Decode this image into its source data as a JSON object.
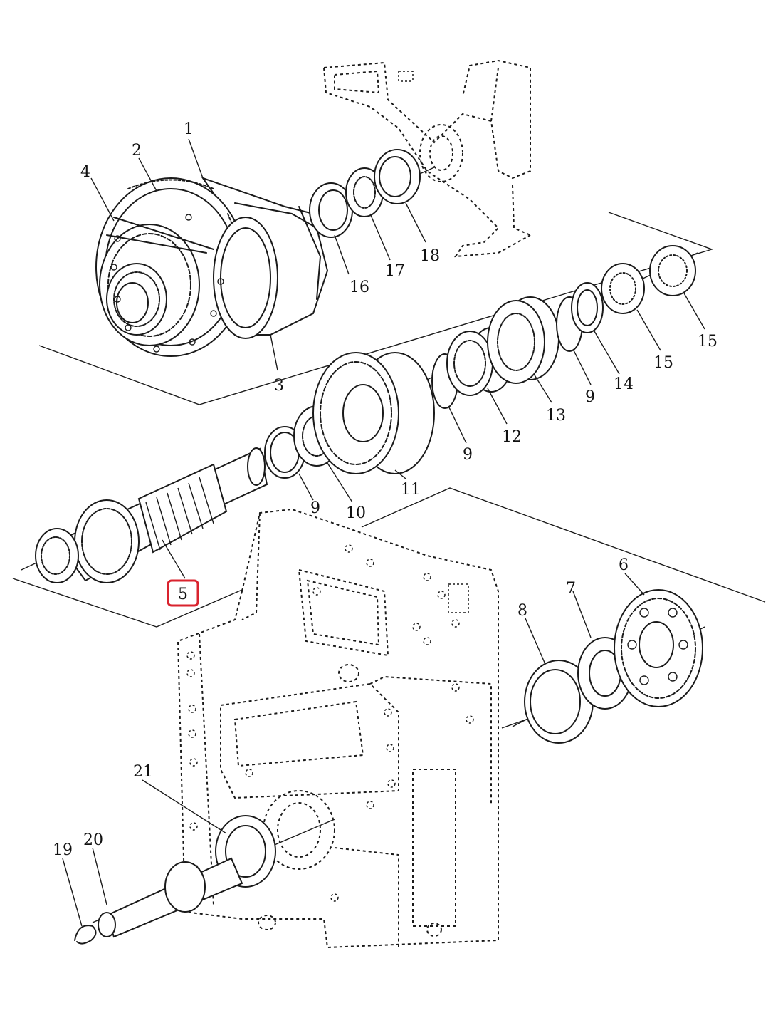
{
  "diagram": {
    "callouts": {
      "c1": "1",
      "c2": "2",
      "c3": "3",
      "c4": "4",
      "c5": "5",
      "c6": "6",
      "c7": "7",
      "c8": "8",
      "c9a": "9",
      "c9b": "9",
      "c9c": "9",
      "c10": "10",
      "c11": "11",
      "c12": "12",
      "c13": "13",
      "c14": "14",
      "c15a": "15",
      "c15b": "15",
      "c16": "16",
      "c17": "17",
      "c18": "18",
      "c19": "19",
      "c20": "20",
      "c21": "21"
    },
    "highlighted_part": "5",
    "highlight_color": "#d9232e",
    "line_color": "#1a1a1a"
  }
}
